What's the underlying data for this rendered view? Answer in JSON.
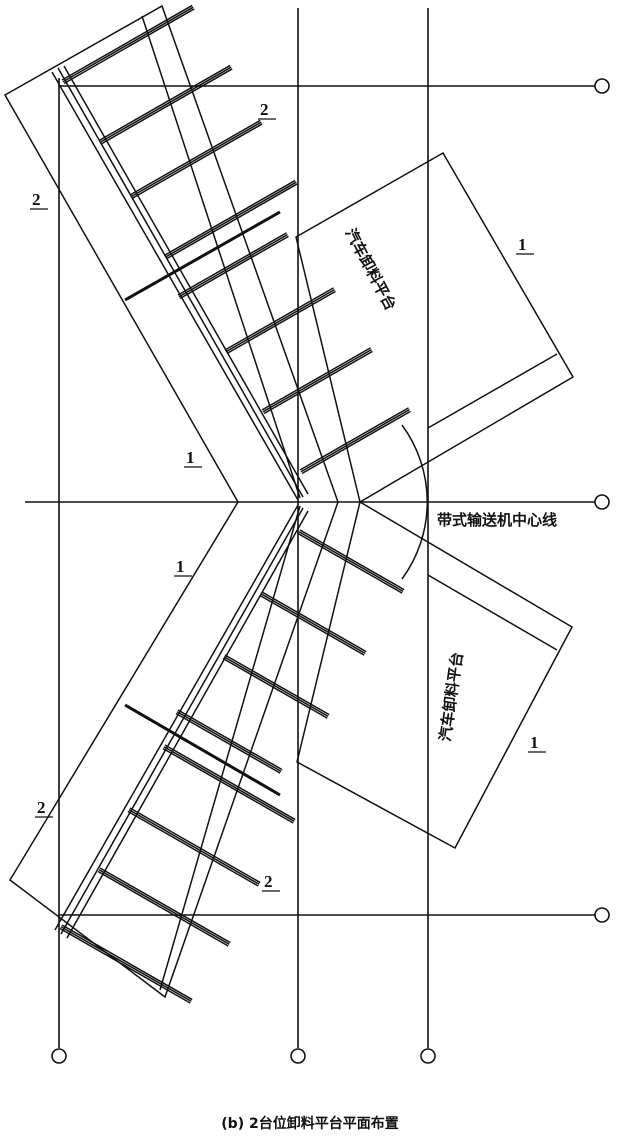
{
  "title": "(b) 2台位卸料平台平面布置",
  "platform_label": "汽车卸料平台",
  "platform_label_lower": "汽车卸料平台",
  "centerline_label": "带式输送机中心线",
  "markers": {
    "m1": "2",
    "m2": "2",
    "m3": "1",
    "m4": "1",
    "m5": "1",
    "m6": "2",
    "m7": "2",
    "m8": "1"
  },
  "colors": {
    "line": "#111111",
    "background": "#ffffff"
  }
}
